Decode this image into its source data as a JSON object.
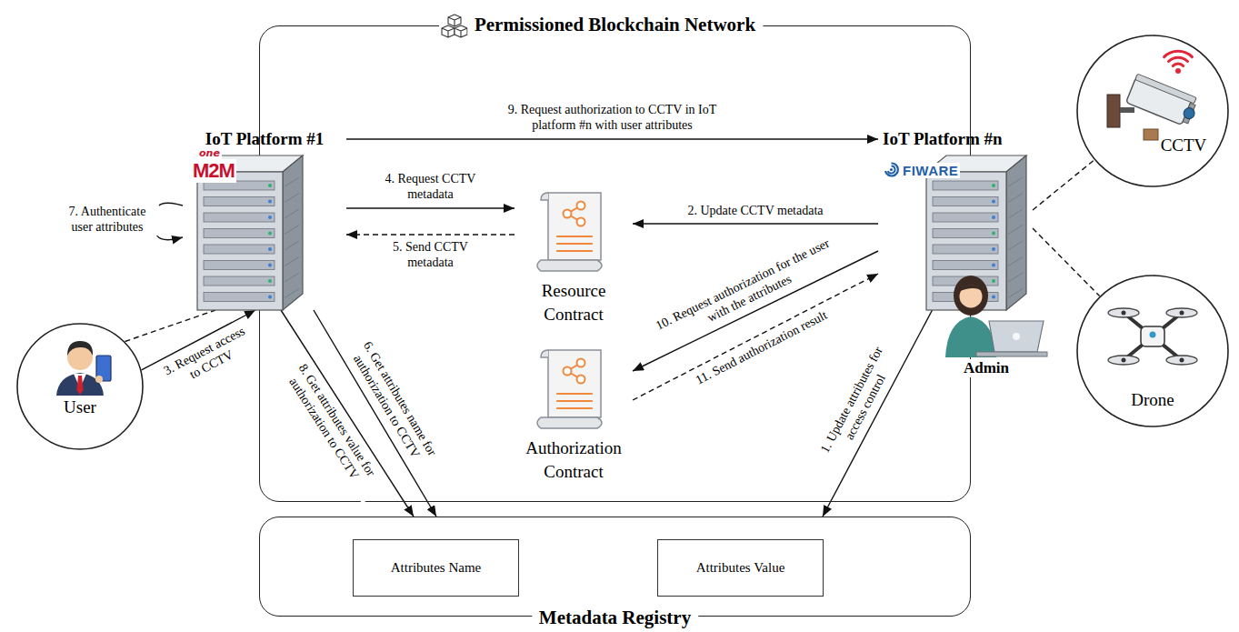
{
  "diagram": {
    "nodes": [
      {
        "text": [
          "Permissioned Blockchain Network"
        ]
      },
      {
        "text": [
          "IoT Platform #1"
        ],
        "in": 0
      },
      {
        "text": [
          "IoT Platform #n"
        ],
        "in": 0
      },
      {
        "text": [
          "Resource Contract"
        ],
        "in": 0
      },
      {
        "text": [
          "Authorization Contract"
        ],
        "in": 0
      },
      {
        "text": [
          "User"
        ]
      },
      {
        "text": [
          "CCTV"
        ]
      },
      {
        "text": [
          "Drone"
        ]
      },
      {
        "text": [
          "Metadata Registry"
        ]
      },
      {
        "text": [
          "Attributes Name"
        ],
        "in": 8
      },
      {
        "text": [
          "Attributes Value"
        ],
        "in": 8
      }
    ],
    "edges": [
      {
        "from": 2,
        "to": 8,
        "label": "1. Update attributes for access control",
        "arrow": "to"
      },
      {
        "from": 2,
        "to": 3,
        "label": "2. Update CCTV metadata",
        "arrow": "to"
      },
      {
        "from": 5,
        "to": 1,
        "label": "3. Request access to CCTV",
        "arrow": "to"
      },
      {
        "from": 1,
        "to": 3,
        "label": "4. Request CCTV metadata",
        "arrow": "to"
      },
      {
        "from": 3,
        "to": 1,
        "label": "5. Send CCTV metadata",
        "arrow": "to"
      },
      {
        "from": 1,
        "to": 8,
        "label": "6. Get attributes name for authorization to CCTV",
        "arrow": "to"
      },
      {
        "from": 1,
        "to": 1,
        "label": "7. Authenticate user attributes",
        "arrow": "to"
      },
      {
        "from": 1,
        "to": 8,
        "label": "8. Get attributes value for authorization to CCTV",
        "arrow": "to"
      },
      {
        "from": 1,
        "to": 2,
        "label": "9. Request authorization to CCTV in IoT platform #n with user attributes",
        "arrow": "to"
      },
      {
        "from": 2,
        "to": 4,
        "label": "10. Request authorization for the user with the attributes",
        "arrow": "to"
      },
      {
        "from": 4,
        "to": 2,
        "label": "11. Send authorization result",
        "arrow": "to"
      },
      {
        "from": 5,
        "to": 1,
        "arrow": "none"
      },
      {
        "from": 2,
        "to": 6,
        "arrow": "none"
      },
      {
        "from": 2,
        "to": 7,
        "arrow": "none"
      }
    ],
    "labels": [
      "one",
      "M2M",
      "FIWARE",
      "Admin"
    ]
  }
}
